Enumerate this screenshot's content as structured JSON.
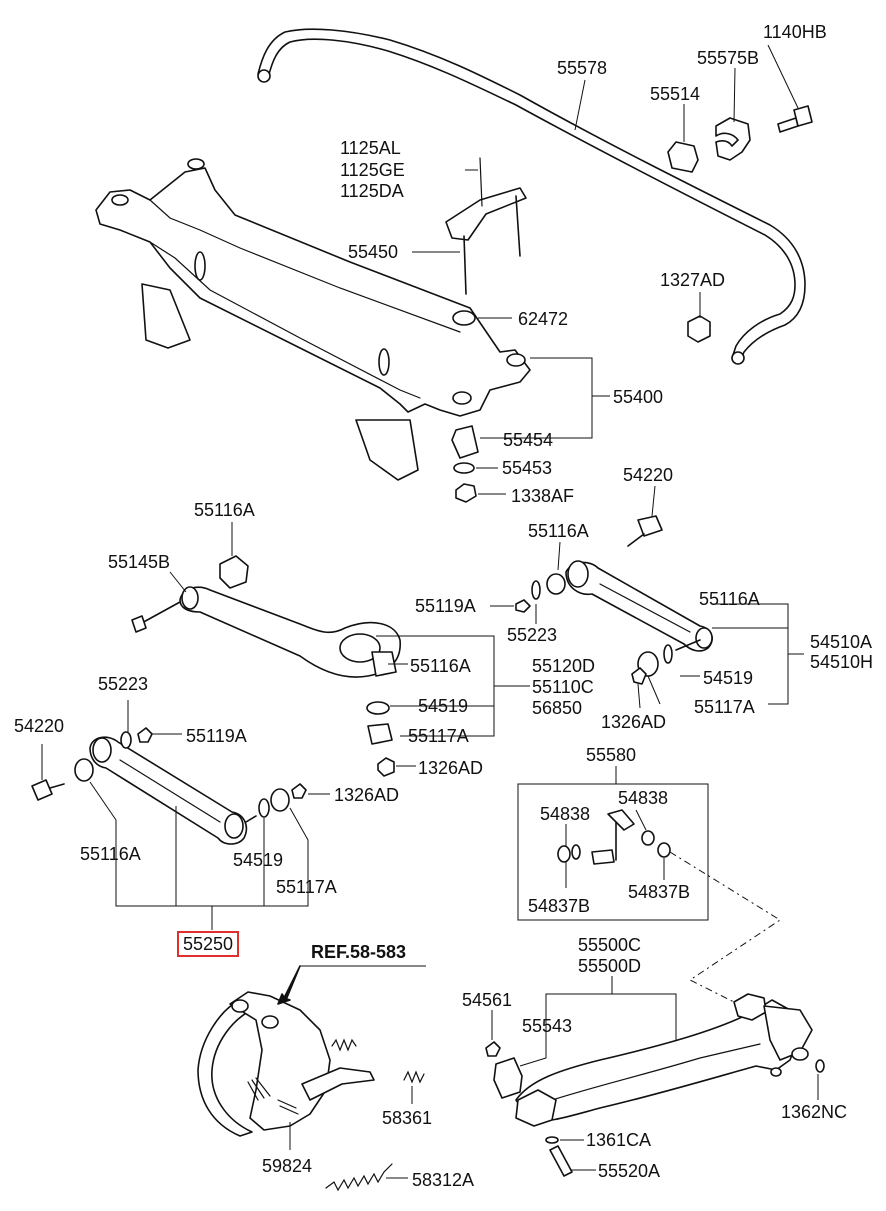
{
  "labels": {
    "p1140HB": "1140HB",
    "p55578": "55578",
    "p55575B": "55575B",
    "p55514": "55514",
    "p1125AL": "1125AL",
    "p1125GE": "1125GE",
    "p1125DA": "1125DA",
    "p55450": "55450",
    "p62472": "62472",
    "p1327AD": "1327AD",
    "p55400": "55400",
    "p55454": "55454",
    "p55453": "55453",
    "p1338AF": "1338AF",
    "p54220_r": "54220",
    "p55116A_l": "55116A",
    "p55116A_r1": "55116A",
    "p55145B": "55145B",
    "p55119A_r": "55119A",
    "p55223_r": "55223",
    "p55116A_r2": "55116A",
    "p54510A": "54510A",
    "p54510H": "54510H",
    "p55116A_c": "55116A",
    "p55120D": "55120D",
    "p55110C": "55110C",
    "p56850": "56850",
    "p54519_c": "54519",
    "p55117A_c": "55117A",
    "p1326AD_c": "1326AD",
    "p54519_r": "54519",
    "p1326AD_r": "1326AD",
    "p55117A_r": "55117A",
    "p55223_l": "55223",
    "p54220_l": "54220",
    "p55119A_l": "55119A",
    "p1326AD_l": "1326AD",
    "p55116A_l2": "55116A",
    "p54519_l": "54519",
    "p55117A_l": "55117A",
    "p55250": "55250",
    "p55580": "55580",
    "p54838_a": "54838",
    "p54838_b": "54838",
    "p54837B_a": "54837B",
    "p54837B_b": "54837B",
    "ref58583": "REF.58-583",
    "p55500C": "55500C",
    "p55500D": "55500D",
    "p54561": "54561",
    "p55543": "55543",
    "p58361": "58361",
    "p59824": "59824",
    "p1362NC": "1362NC",
    "p1361CA": "1361CA",
    "p55520A": "55520A",
    "p58312A": "58312A"
  },
  "highlight_color": "#e0302e"
}
